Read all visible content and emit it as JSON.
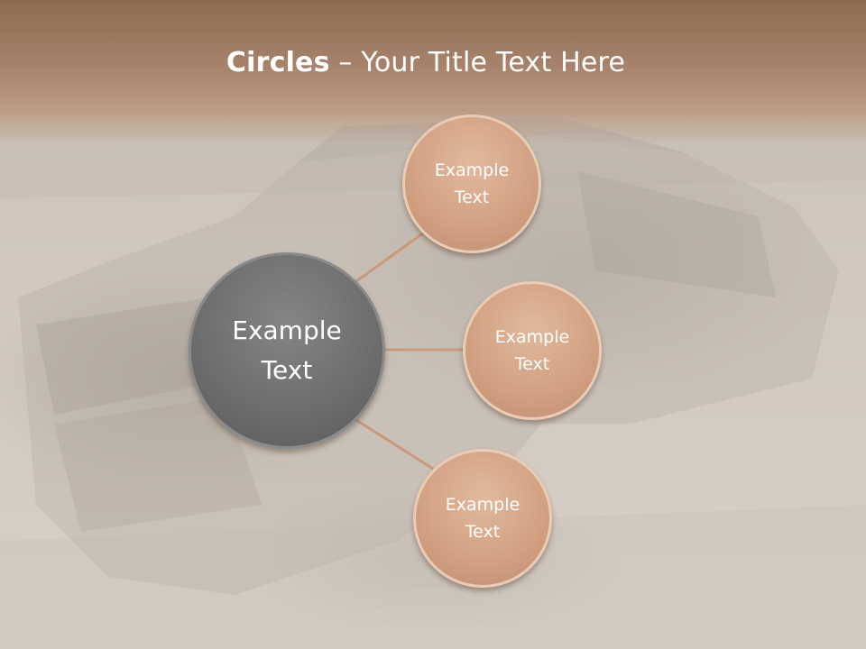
{
  "slide": {
    "title_bold": "Circles",
    "title_rest": " – Your Title Text Here"
  },
  "diagram": {
    "center": {
      "label": "Example Text",
      "color": "#6e6e6e"
    },
    "satellites": [
      {
        "label": "Example Text",
        "color": "#d2a283"
      },
      {
        "label": "Example Text",
        "color": "#d2a283"
      },
      {
        "label": "Example Text",
        "color": "#d2a283"
      }
    ],
    "connector_color": "#c89a7a"
  },
  "colors": {
    "title_band": "#a6826a",
    "title_text": "#ffffff"
  }
}
